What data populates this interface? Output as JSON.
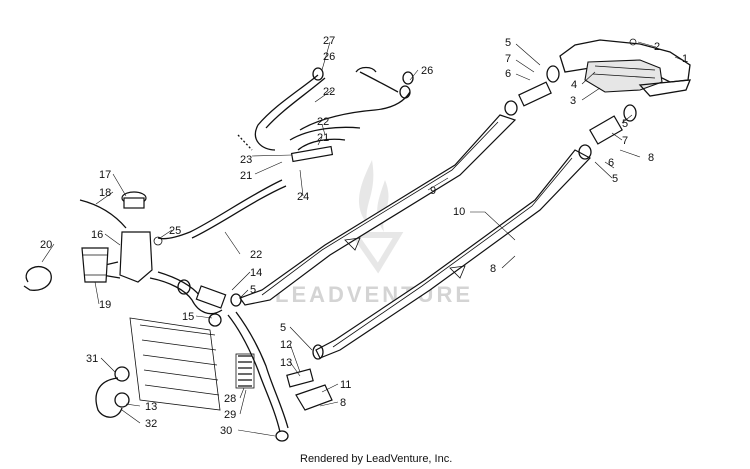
{
  "watermark": {
    "text": "LEADVENTURE"
  },
  "caption": {
    "text": "Rendered by LeadVenture, Inc."
  },
  "callouts": [
    "1",
    "2",
    "3",
    "4",
    "5",
    "6",
    "7",
    "8",
    "9",
    "10",
    "11",
    "12",
    "13",
    "14",
    "15",
    "16",
    "17",
    "18",
    "19",
    "20",
    "21",
    "22",
    "23",
    "24",
    "25",
    "26",
    "27",
    "28",
    "29",
    "30",
    "31",
    "32"
  ]
}
